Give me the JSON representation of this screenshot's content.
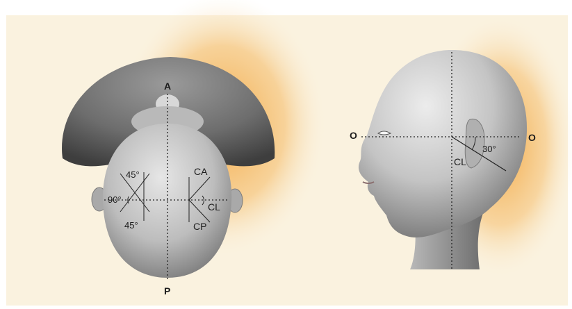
{
  "top_view": {
    "anterior": "A",
    "posterior": "P",
    "angle_upper": "45°",
    "angle_middle": "90°",
    "angle_lower": "45°",
    "canal_anterior": "CA",
    "canal_lateral": "CL",
    "canal_posterior": "CP"
  },
  "side_view": {
    "axis_left": "O",
    "axis_right": "O",
    "tilt_angle": "30°",
    "canal_lateral": "CL"
  },
  "colors": {
    "background": "#faf2df",
    "glow": "#f2a640",
    "skin_light": "#cfcfcf",
    "skin_dark": "#5c5c5c",
    "ink": "#1c1c1c"
  }
}
